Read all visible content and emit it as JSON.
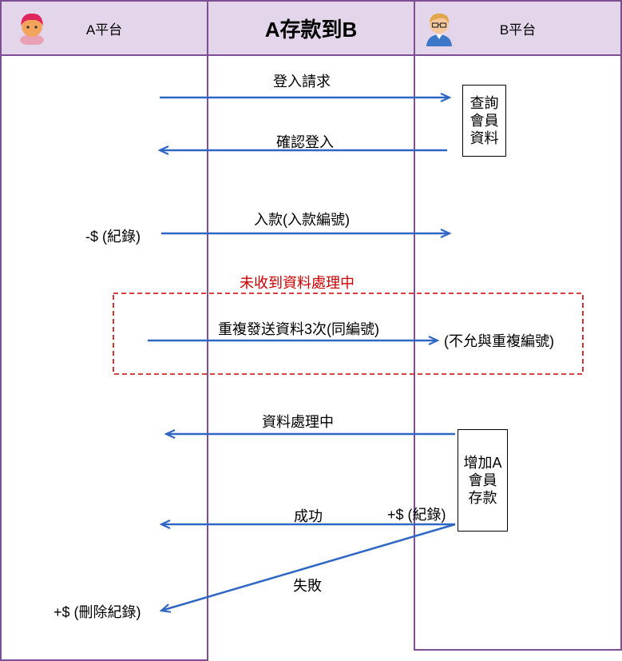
{
  "header": {
    "left_title": "A平台",
    "center_title": "A存款到B",
    "right_title": "B平台",
    "left_avatar": "female-user-icon",
    "right_avatar": "male-user-icon"
  },
  "messages": {
    "login_request": "登入請求",
    "confirm_login": "確認登入",
    "deposit": "入款(入款編號)",
    "not_received": "未收到資料處理中",
    "resend": "重複發送資料3次(同編號)",
    "processing": "資料處理中",
    "success": "成功",
    "failure": "失敗"
  },
  "notes": {
    "minus_record": "-$ (紀錄)",
    "no_duplicate": "(不允與重複編號)",
    "plus_record": "+$ (紀錄)",
    "plus_delete_record": "+$ (刪除紀錄)"
  },
  "boxes": {
    "query_member": [
      "查詢",
      "會員",
      "資料"
    ],
    "add_deposit": [
      "增加A",
      "會員",
      "存款"
    ]
  },
  "colors": {
    "lane_border": "#7d4f92",
    "header_bg": "#e3d6ea",
    "arrow": "#2f66c4",
    "warning": "#cc0000"
  }
}
